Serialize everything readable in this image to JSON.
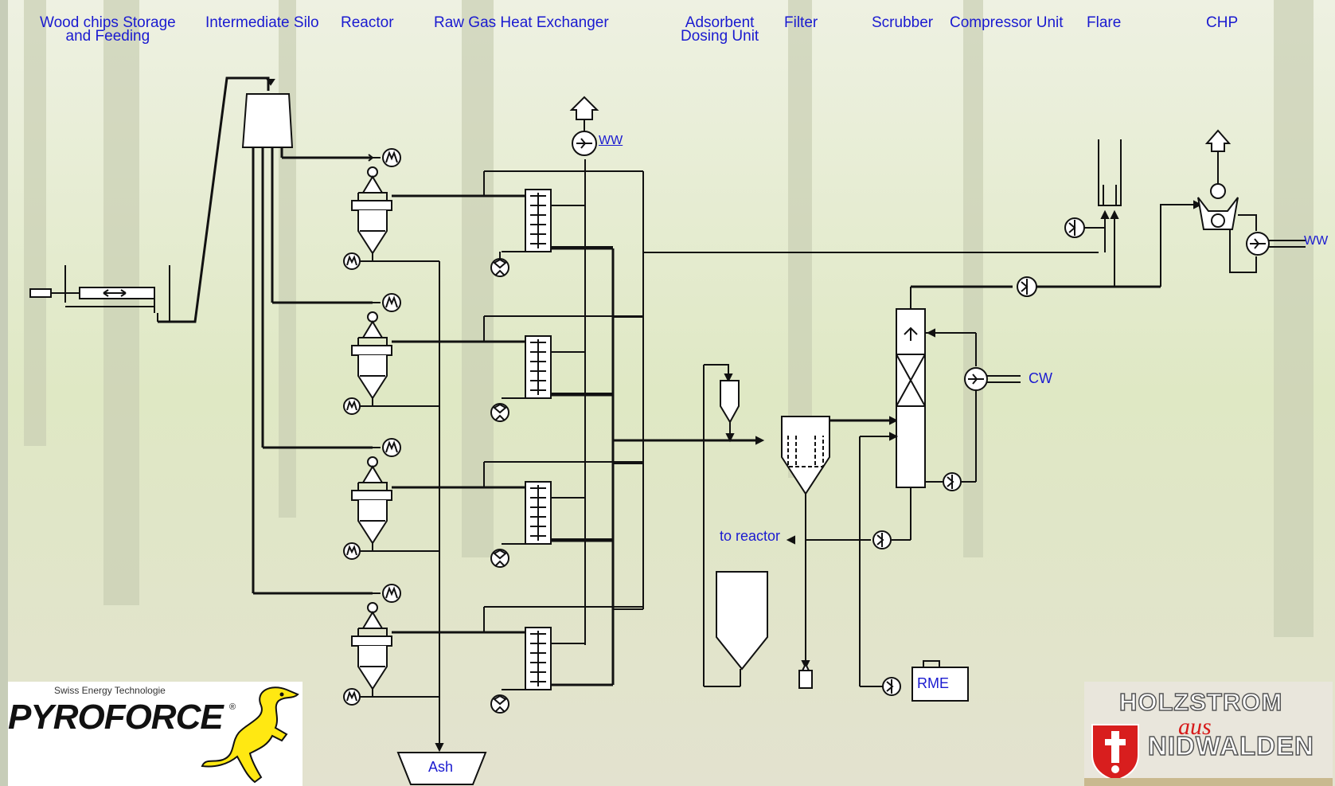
{
  "headers": {
    "storage": "Wood chips Storage and Feeding",
    "storage_line1": "Wood chips Storage",
    "storage_line2": "and Feeding",
    "silo": "Intermediate Silo",
    "reactor": "Reactor",
    "hx": "Raw Gas Heat Exchanger",
    "adsorbent_line1": "Adsorbent",
    "adsorbent_line2": "Dosing Unit",
    "filter": "Filter",
    "scrubber": "Scrubber",
    "compressor": "Compressor Unit",
    "flare": "Flare",
    "chp": "CHP"
  },
  "labels": {
    "ww_top": "WW",
    "ww_right": "WW",
    "cw": "CW",
    "to_reactor": "to reactor",
    "rme": "RME",
    "ash": "Ash",
    "motor": "M"
  },
  "logos": {
    "pyroforce_sub": "Swiss Energy Technologie",
    "pyroforce_name": "PYROFORCE",
    "pyroforce_reg": "®",
    "holz_top": "HOLZSTROM",
    "holz_mid": "aus",
    "holz_bot": "NIDWALDEN"
  },
  "colors": {
    "label_blue": "#1a1ad0",
    "line": "#111111",
    "background": "#dfe6c8"
  }
}
